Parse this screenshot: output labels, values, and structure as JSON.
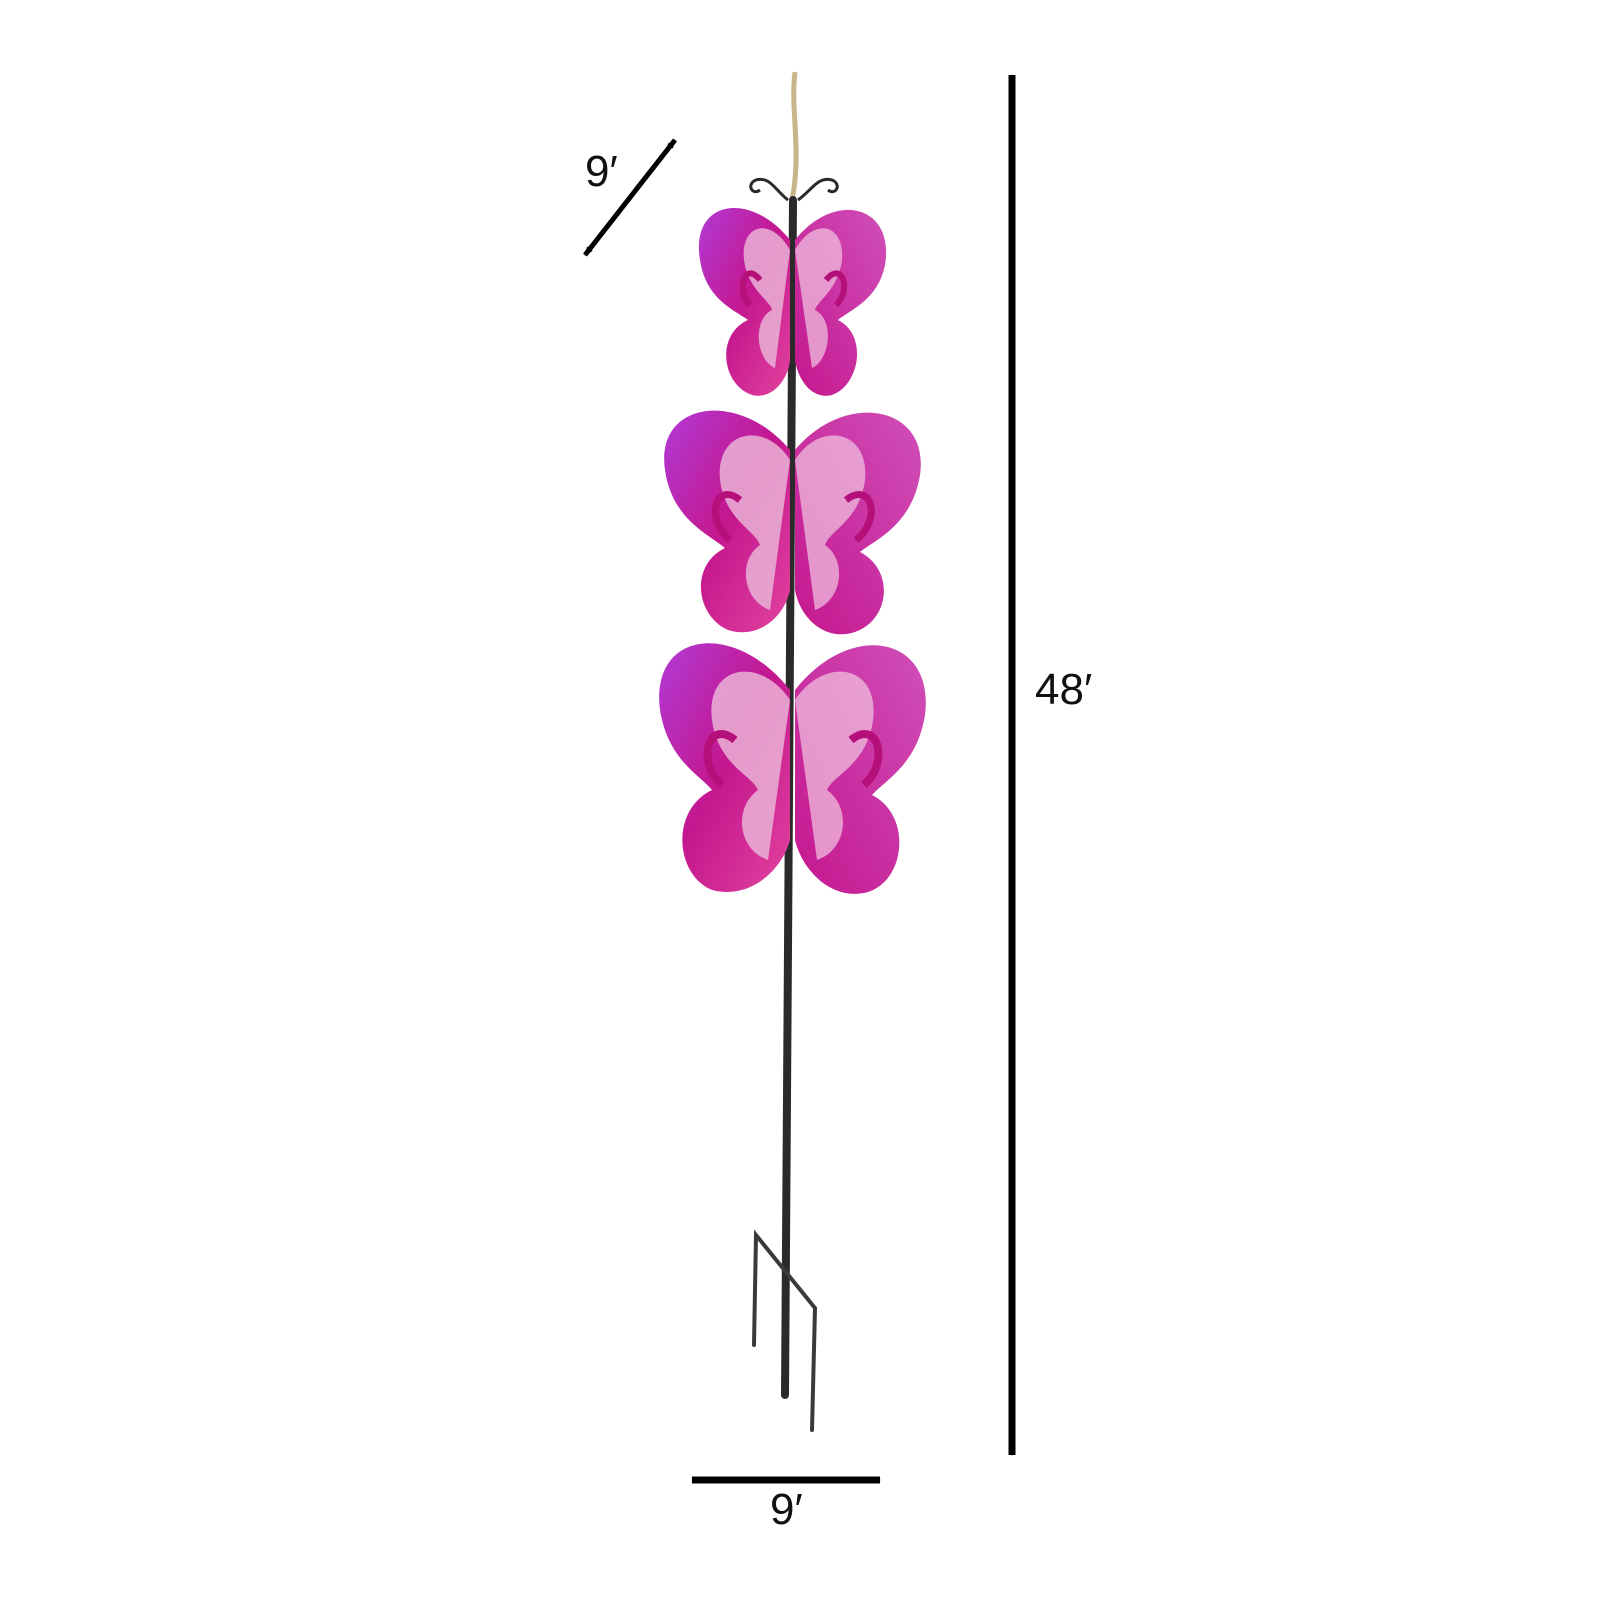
{
  "product": {
    "dimensions": {
      "depth_label": "9′",
      "height_label": "48′",
      "width_label": "9′"
    },
    "colors": {
      "wing_magenta": "#c4178e",
      "wing_pink": "#e2439f",
      "wing_violet": "#b13ad6",
      "wing_light": "#eab3d6",
      "pole": "#2a2a2a",
      "twine": "#c9b58a",
      "arrow": "#000000"
    }
  }
}
